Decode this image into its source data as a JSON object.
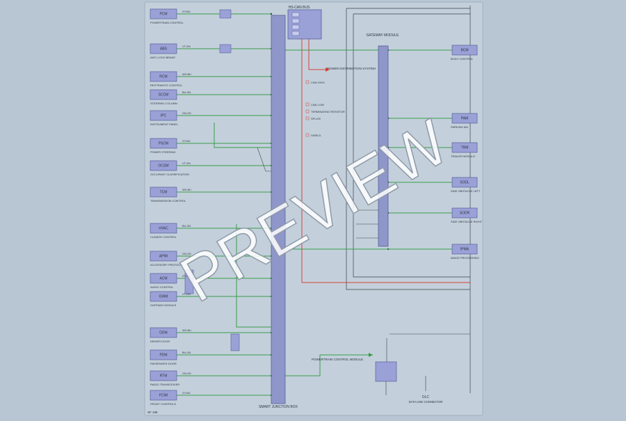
{
  "watermark": "PREVIEW",
  "page_ref": "SF 188",
  "colors": {
    "page_bg": "#b8c6d3",
    "sheet_bg": "#c3d0db",
    "wire_green": "#3a9b4a",
    "wire_red": "#d8403a",
    "wire_black": "#3a3f4a",
    "bus_fill": "#8f96c9",
    "box_fill": "#9aa1d6",
    "box_stroke": "#55609a"
  },
  "diagram": {
    "top_center_label": "HS-CAN BUS",
    "center_bottom_label": "SMART JUNCTION BOX",
    "right_bus_label": "GATEWAY MODULE",
    "bottom_right_label": "DLC",
    "bottom_right_sub": "DATA LINK CONNECTOR",
    "bottom_mid_label": "POWERTRAIN CONTROL MODULE",
    "distribution_label": "POWER DISTRIBUTION SYSTEM",
    "left_modules": [
      {
        "label": "PCM",
        "desc": "POWERTRAIN CONTROL"
      },
      {
        "label": "ABS",
        "desc": "ANTI-LOCK BRAKE"
      },
      {
        "label": "RCM",
        "desc": "RESTRAINTS CONTROL"
      },
      {
        "label": "SCCM",
        "desc": "STEERING COLUMN"
      },
      {
        "label": "IPC",
        "desc": "INSTRUMENT PANEL"
      },
      {
        "label": "PSCM",
        "desc": "POWER STEERING"
      },
      {
        "label": "OCSM",
        "desc": "OCCUPANT CLASSIFICATION"
      },
      {
        "label": "TCM",
        "desc": "TRANSMISSION CONTROL"
      },
      {
        "label": "HVAC",
        "desc": "CLIMATE CONTROL"
      },
      {
        "label": "APIM",
        "desc": "ACCESSORY PROTOCOL"
      },
      {
        "label": "ACM",
        "desc": "AUDIO CONTROL"
      },
      {
        "label": "GWM",
        "desc": "GATEWAY MODULE"
      },
      {
        "label": "DDM",
        "desc": "DRIVER DOOR"
      },
      {
        "label": "PDM",
        "desc": "PASSENGER DOOR"
      },
      {
        "label": "RTM",
        "desc": "RADIO TRANSCEIVER"
      },
      {
        "label": "FCIM",
        "desc": "FRONT CONTROLS"
      }
    ],
    "right_modules": [
      {
        "label": "BCM",
        "desc": "BODY CONTROL"
      },
      {
        "label": "PAM",
        "desc": "PARKING AID"
      },
      {
        "label": "TRM",
        "desc": "TRAILER MODULE"
      },
      {
        "label": "SODL",
        "desc": "SIDE OBSTACLE LEFT"
      },
      {
        "label": "SODR",
        "desc": "SIDE OBSTACLE RIGHT"
      },
      {
        "label": "IPMA",
        "desc": "IMAGE PROCESSING"
      }
    ],
    "notes": [
      "CAN HIGH",
      "CAN LOW",
      "TERMINATING RESISTOR",
      "SPLICE",
      "SHIELD"
    ],
    "wire_labels": [
      "GY-BU",
      "VT-GN",
      "WH-BU",
      "BU-GN",
      "GN-OG"
    ]
  }
}
